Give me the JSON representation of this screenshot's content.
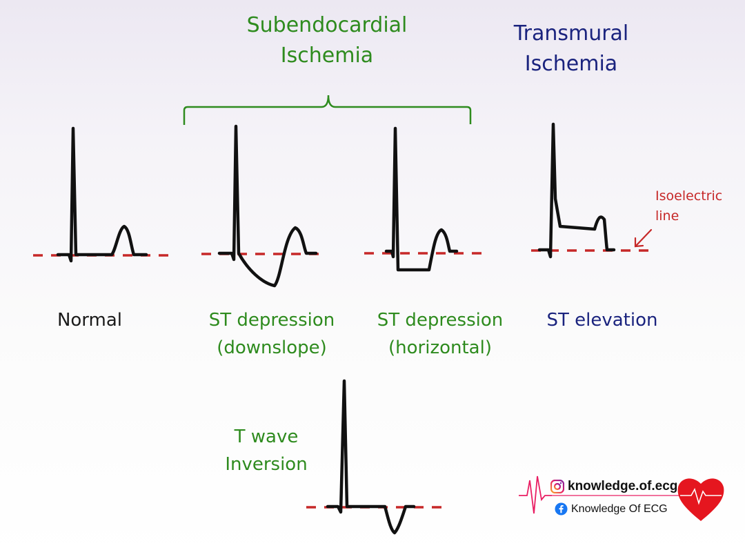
{
  "headers": {
    "subendocardial": "Subendocardial\nIschemia",
    "transmural": "Transmural\nIschemia"
  },
  "captions": {
    "normal": "Normal",
    "st_depression_downslope": "ST depression\n(downslope)",
    "st_depression_horizontal": "ST depression\n(horizontal)",
    "st_elevation": "ST elevation",
    "t_wave_inversion": "T wave\nInversion"
  },
  "annotation": {
    "isoelectric_line": "Isoelectric\nline"
  },
  "branding": {
    "instagram": "knowledge.of.ecg",
    "facebook": "Knowledge Of ECG"
  },
  "colors": {
    "trace": "#111111",
    "isoelectric": "#c62828",
    "subendocardial": "#2e8b1e",
    "transmural": "#1a237e",
    "heart": "#e5161f"
  },
  "icons": [
    "instagram-icon",
    "facebook-icon",
    "heart-icon",
    "ecg-pulse-icon"
  ]
}
